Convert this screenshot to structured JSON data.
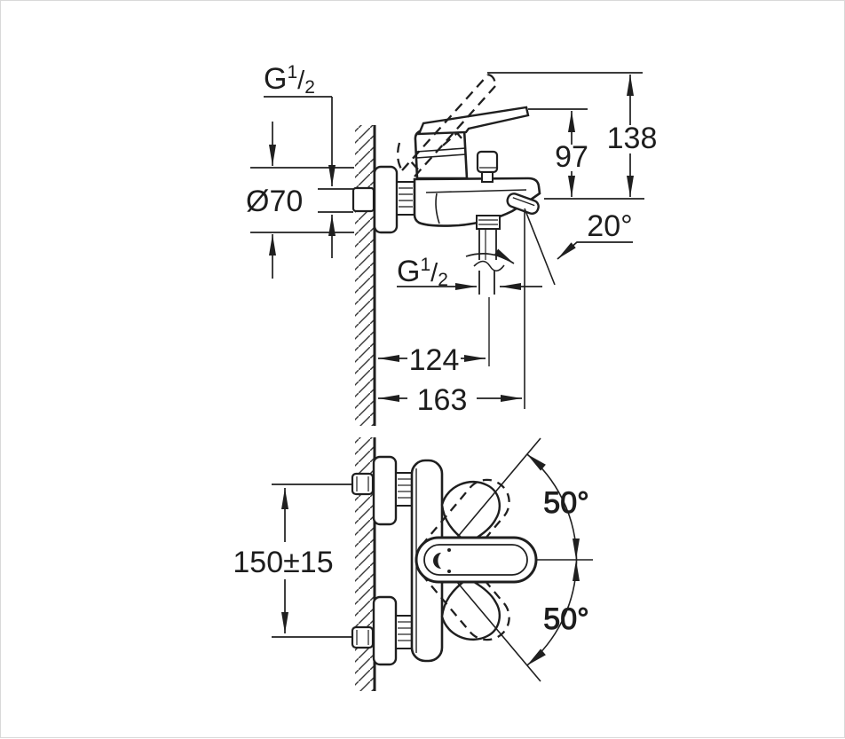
{
  "canvas": {
    "background": "#ffffff",
    "border_color": "#d9d9d9",
    "line_color": "#1f1f1f"
  },
  "side_view": {
    "description": "wall-mounted single-lever bath mixer, side elevation",
    "labels": {
      "wall_thread": {
        "letter": "G",
        "numerator": "1",
        "slash": "/",
        "denominator": "2"
      },
      "escutcheon_diameter": "Ø70",
      "spout_height": "97",
      "handle_height": "138",
      "spout_angle": "20°",
      "shower_thread": {
        "letter": "G",
        "numerator": "1",
        "slash": "/",
        "denominator": "2"
      },
      "hose_offset": "124",
      "projection": "163"
    }
  },
  "front_view": {
    "description": "wall-mounted single-lever bath mixer, front elevation",
    "labels": {
      "mounting_distance": "150±15",
      "handle_swing_up": "50°",
      "handle_swing_down": "50°"
    }
  }
}
